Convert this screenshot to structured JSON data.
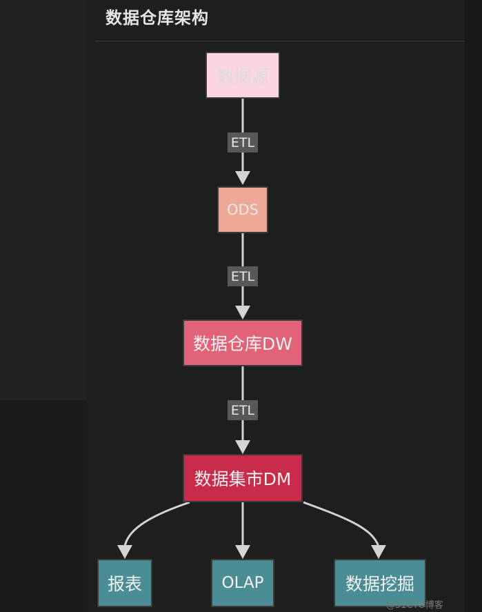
{
  "title": "数据仓库架构",
  "nodes": {
    "source": {
      "label": "数据源",
      "fill": "#fbd5e3",
      "text_color": "#dcdcdc"
    },
    "ods": {
      "label": "ODS",
      "fill": "#eda896",
      "text_color": "#e8e8e8"
    },
    "dw": {
      "label": "数据仓库DW",
      "fill": "#e06378",
      "text_color": "#f2f2f2"
    },
    "dm": {
      "label": "数据集市DM",
      "fill": "#c92c4a",
      "text_color": "#f2f2f2"
    },
    "report": {
      "label": "报表",
      "fill": "#4a8d94",
      "text_color": "#f2f2f2"
    },
    "olap": {
      "label": "OLAP",
      "fill": "#4a8d94",
      "text_color": "#f2f2f2"
    },
    "mining": {
      "label": "数据挖掘",
      "fill": "#4a8d94",
      "text_color": "#f2f2f2"
    }
  },
  "edges": [
    {
      "from": "数据源",
      "to": "ODS",
      "label": "ETL"
    },
    {
      "from": "ODS",
      "to": "数据仓库DW",
      "label": "ETL"
    },
    {
      "from": "数据仓库DW",
      "to": "数据集市DM",
      "label": "ETL"
    },
    {
      "from": "数据集市DM",
      "to": "报表",
      "label": ""
    },
    {
      "from": "数据集市DM",
      "to": "OLAP",
      "label": ""
    },
    {
      "from": "数据集市DM",
      "to": "数据挖掘",
      "label": ""
    }
  ],
  "colors": {
    "background": "#1e1e1e",
    "edge": "#d4d4d4",
    "node_border": "#3a3a3a"
  },
  "watermark": "@51CTO博客"
}
